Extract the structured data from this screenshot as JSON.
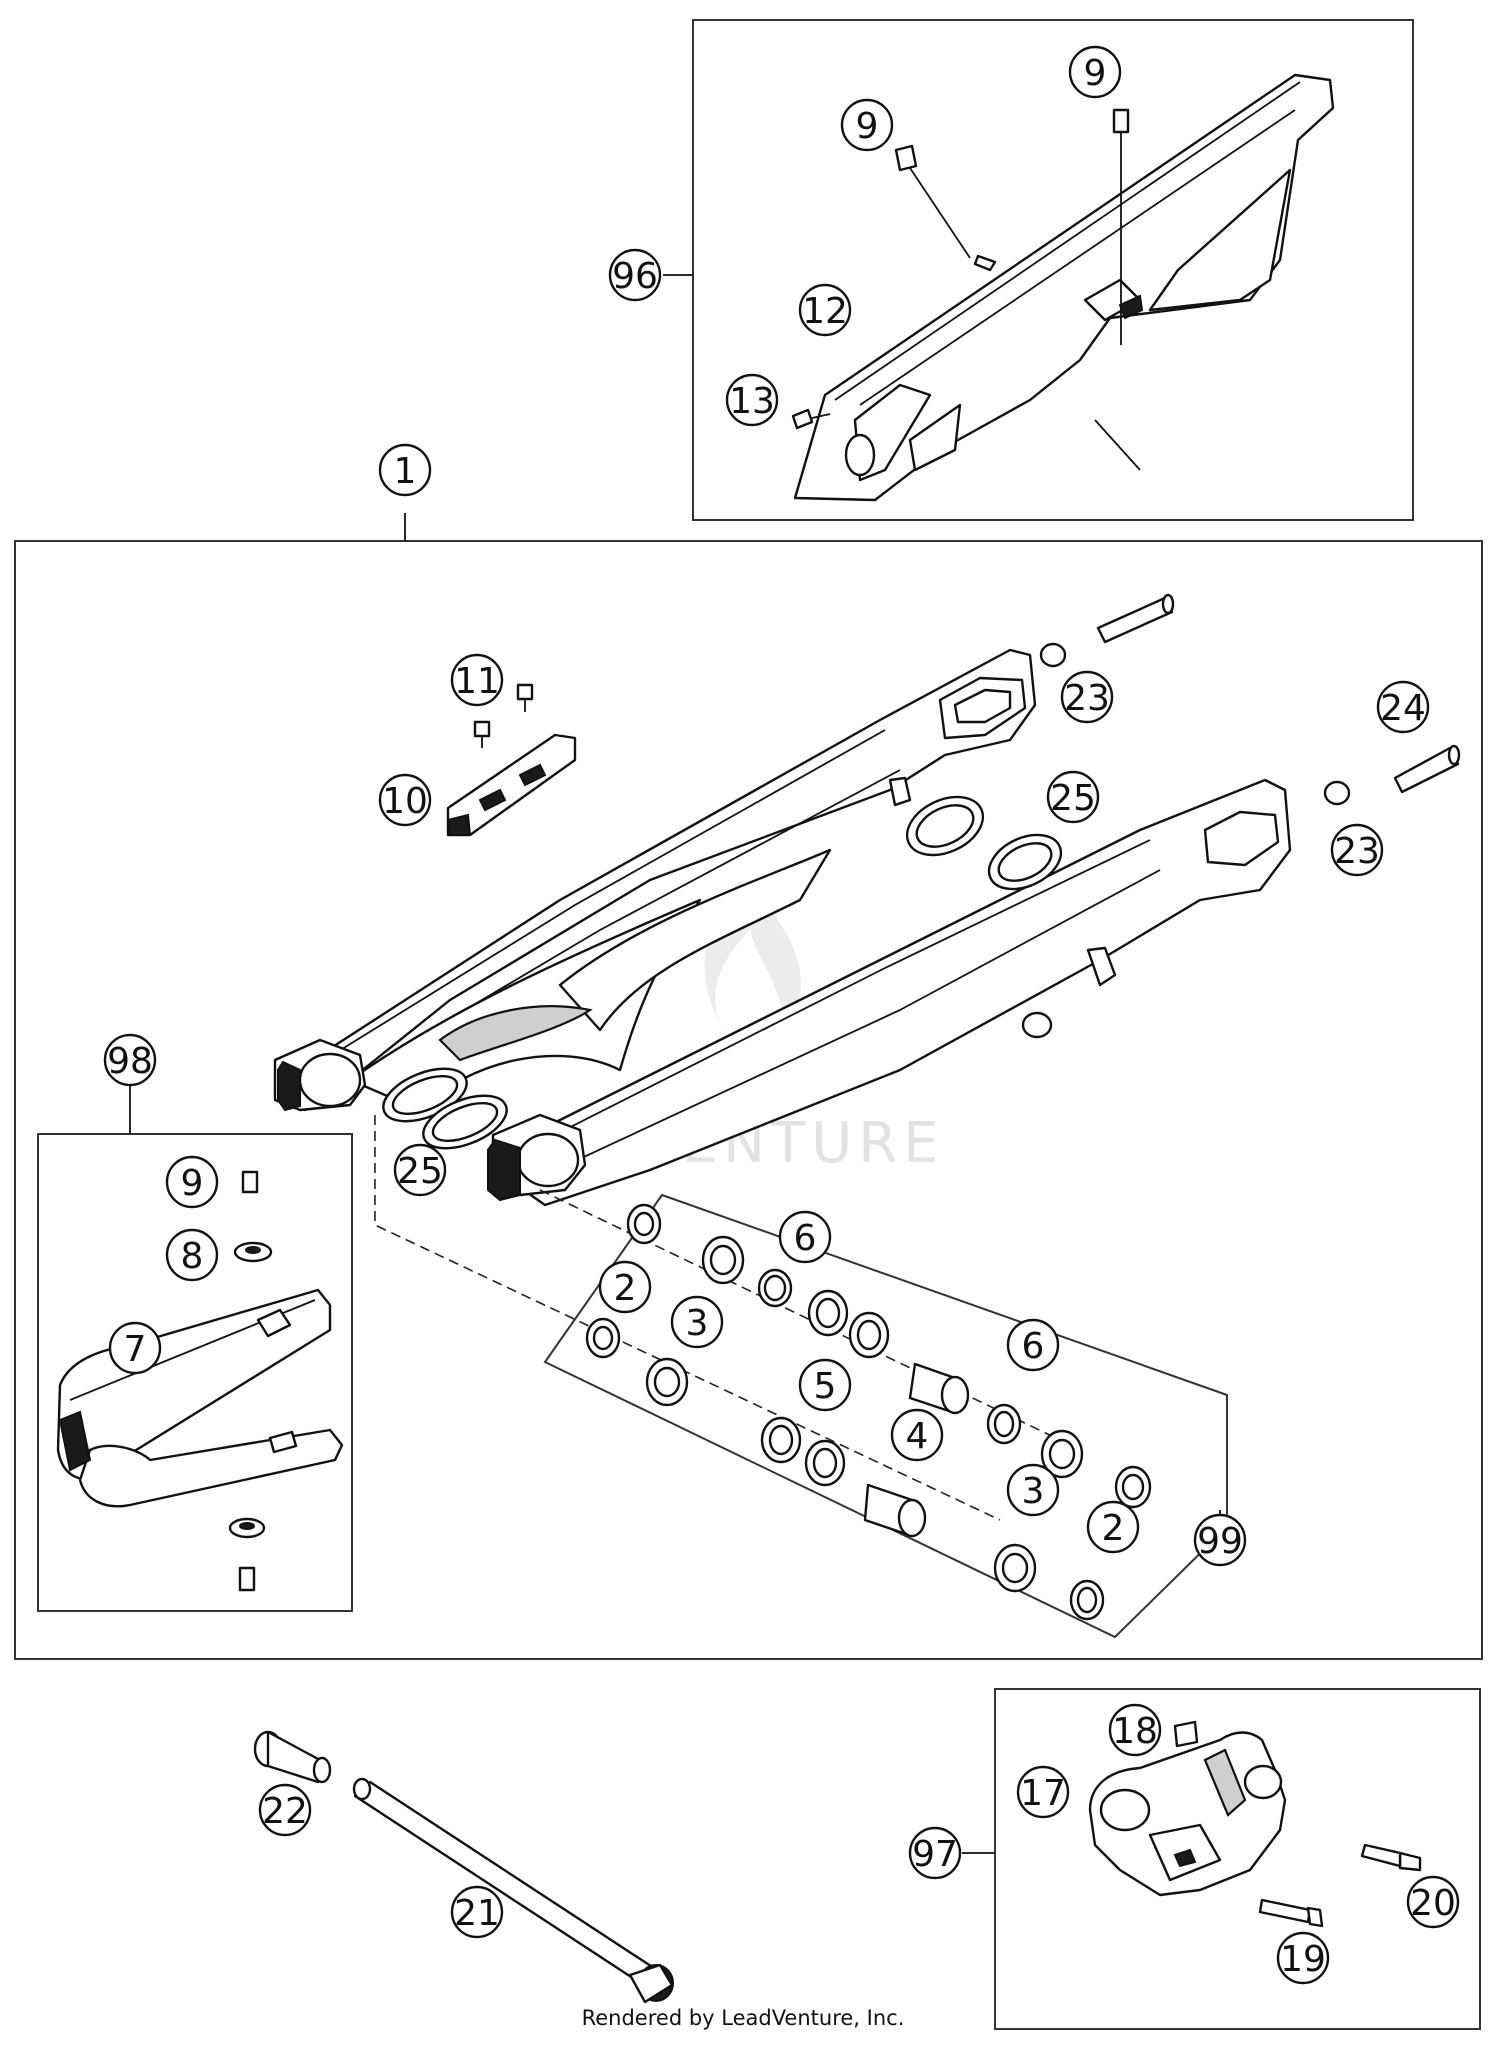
{
  "diagram": {
    "footer": "Rendered by LeadVenture, Inc.",
    "watermark": "ADVENTURE",
    "callouts": [
      {
        "id": "c96",
        "label": "96"
      },
      {
        "id": "c9a",
        "label": "9"
      },
      {
        "id": "c9b",
        "label": "9"
      },
      {
        "id": "c12",
        "label": "12"
      },
      {
        "id": "c13",
        "label": "13"
      },
      {
        "id": "c1",
        "label": "1"
      },
      {
        "id": "c11",
        "label": "11"
      },
      {
        "id": "c10",
        "label": "10"
      },
      {
        "id": "c23a",
        "label": "23"
      },
      {
        "id": "c24",
        "label": "24"
      },
      {
        "id": "c25a",
        "label": "25"
      },
      {
        "id": "c23b",
        "label": "23"
      },
      {
        "id": "c98",
        "label": "98"
      },
      {
        "id": "c25b",
        "label": "25"
      },
      {
        "id": "c9c",
        "label": "9"
      },
      {
        "id": "c8",
        "label": "8"
      },
      {
        "id": "c7",
        "label": "7"
      },
      {
        "id": "c6a",
        "label": "6"
      },
      {
        "id": "c2a",
        "label": "2"
      },
      {
        "id": "c3a",
        "label": "3"
      },
      {
        "id": "c6b",
        "label": "6"
      },
      {
        "id": "c5",
        "label": "5"
      },
      {
        "id": "c4",
        "label": "4"
      },
      {
        "id": "c3b",
        "label": "3"
      },
      {
        "id": "c2b",
        "label": "2"
      },
      {
        "id": "c99",
        "label": "99"
      },
      {
        "id": "c18",
        "label": "18"
      },
      {
        "id": "c17",
        "label": "17"
      },
      {
        "id": "c22",
        "label": "22"
      },
      {
        "id": "c97",
        "label": "97"
      },
      {
        "id": "c20",
        "label": "20"
      },
      {
        "id": "c21",
        "label": "21"
      },
      {
        "id": "c19",
        "label": "19"
      }
    ]
  }
}
